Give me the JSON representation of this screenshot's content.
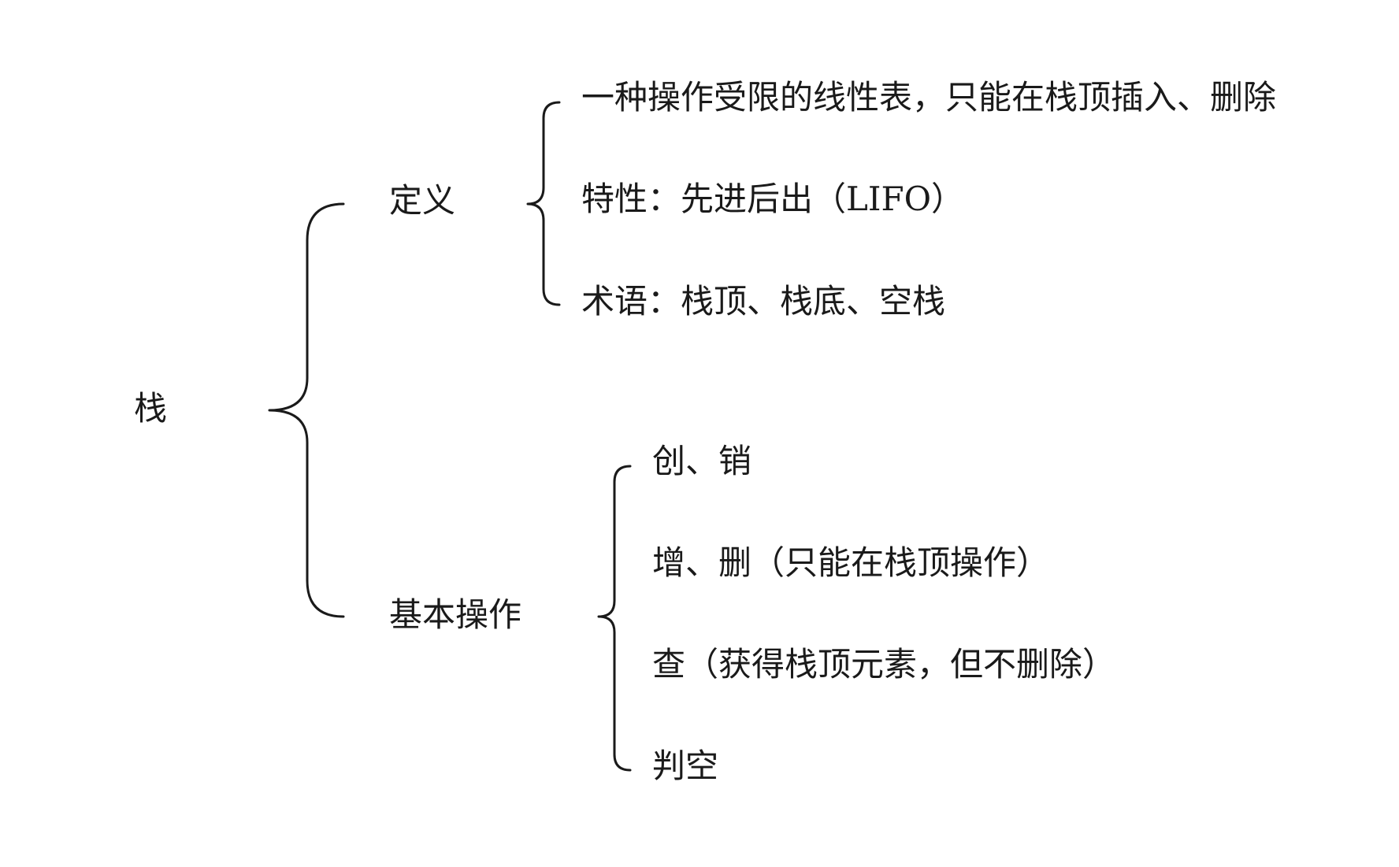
{
  "root": {
    "label": "栈"
  },
  "branches": {
    "definition": {
      "label": "定义",
      "items": [
        "一种操作受限的线性表，只能在栈顶插入、删除",
        "特性：先进后出（LIFO）",
        "术语：栈顶、栈底、空栈"
      ]
    },
    "operations": {
      "label": "基本操作",
      "items": [
        "创、销",
        "增、删（只能在栈顶操作）",
        "查（获得栈顶元素，但不删除）",
        "判空"
      ]
    }
  },
  "colors": {
    "line": "#1a1a1a",
    "text": "#1a1a1a",
    "background": "#ffffff"
  }
}
